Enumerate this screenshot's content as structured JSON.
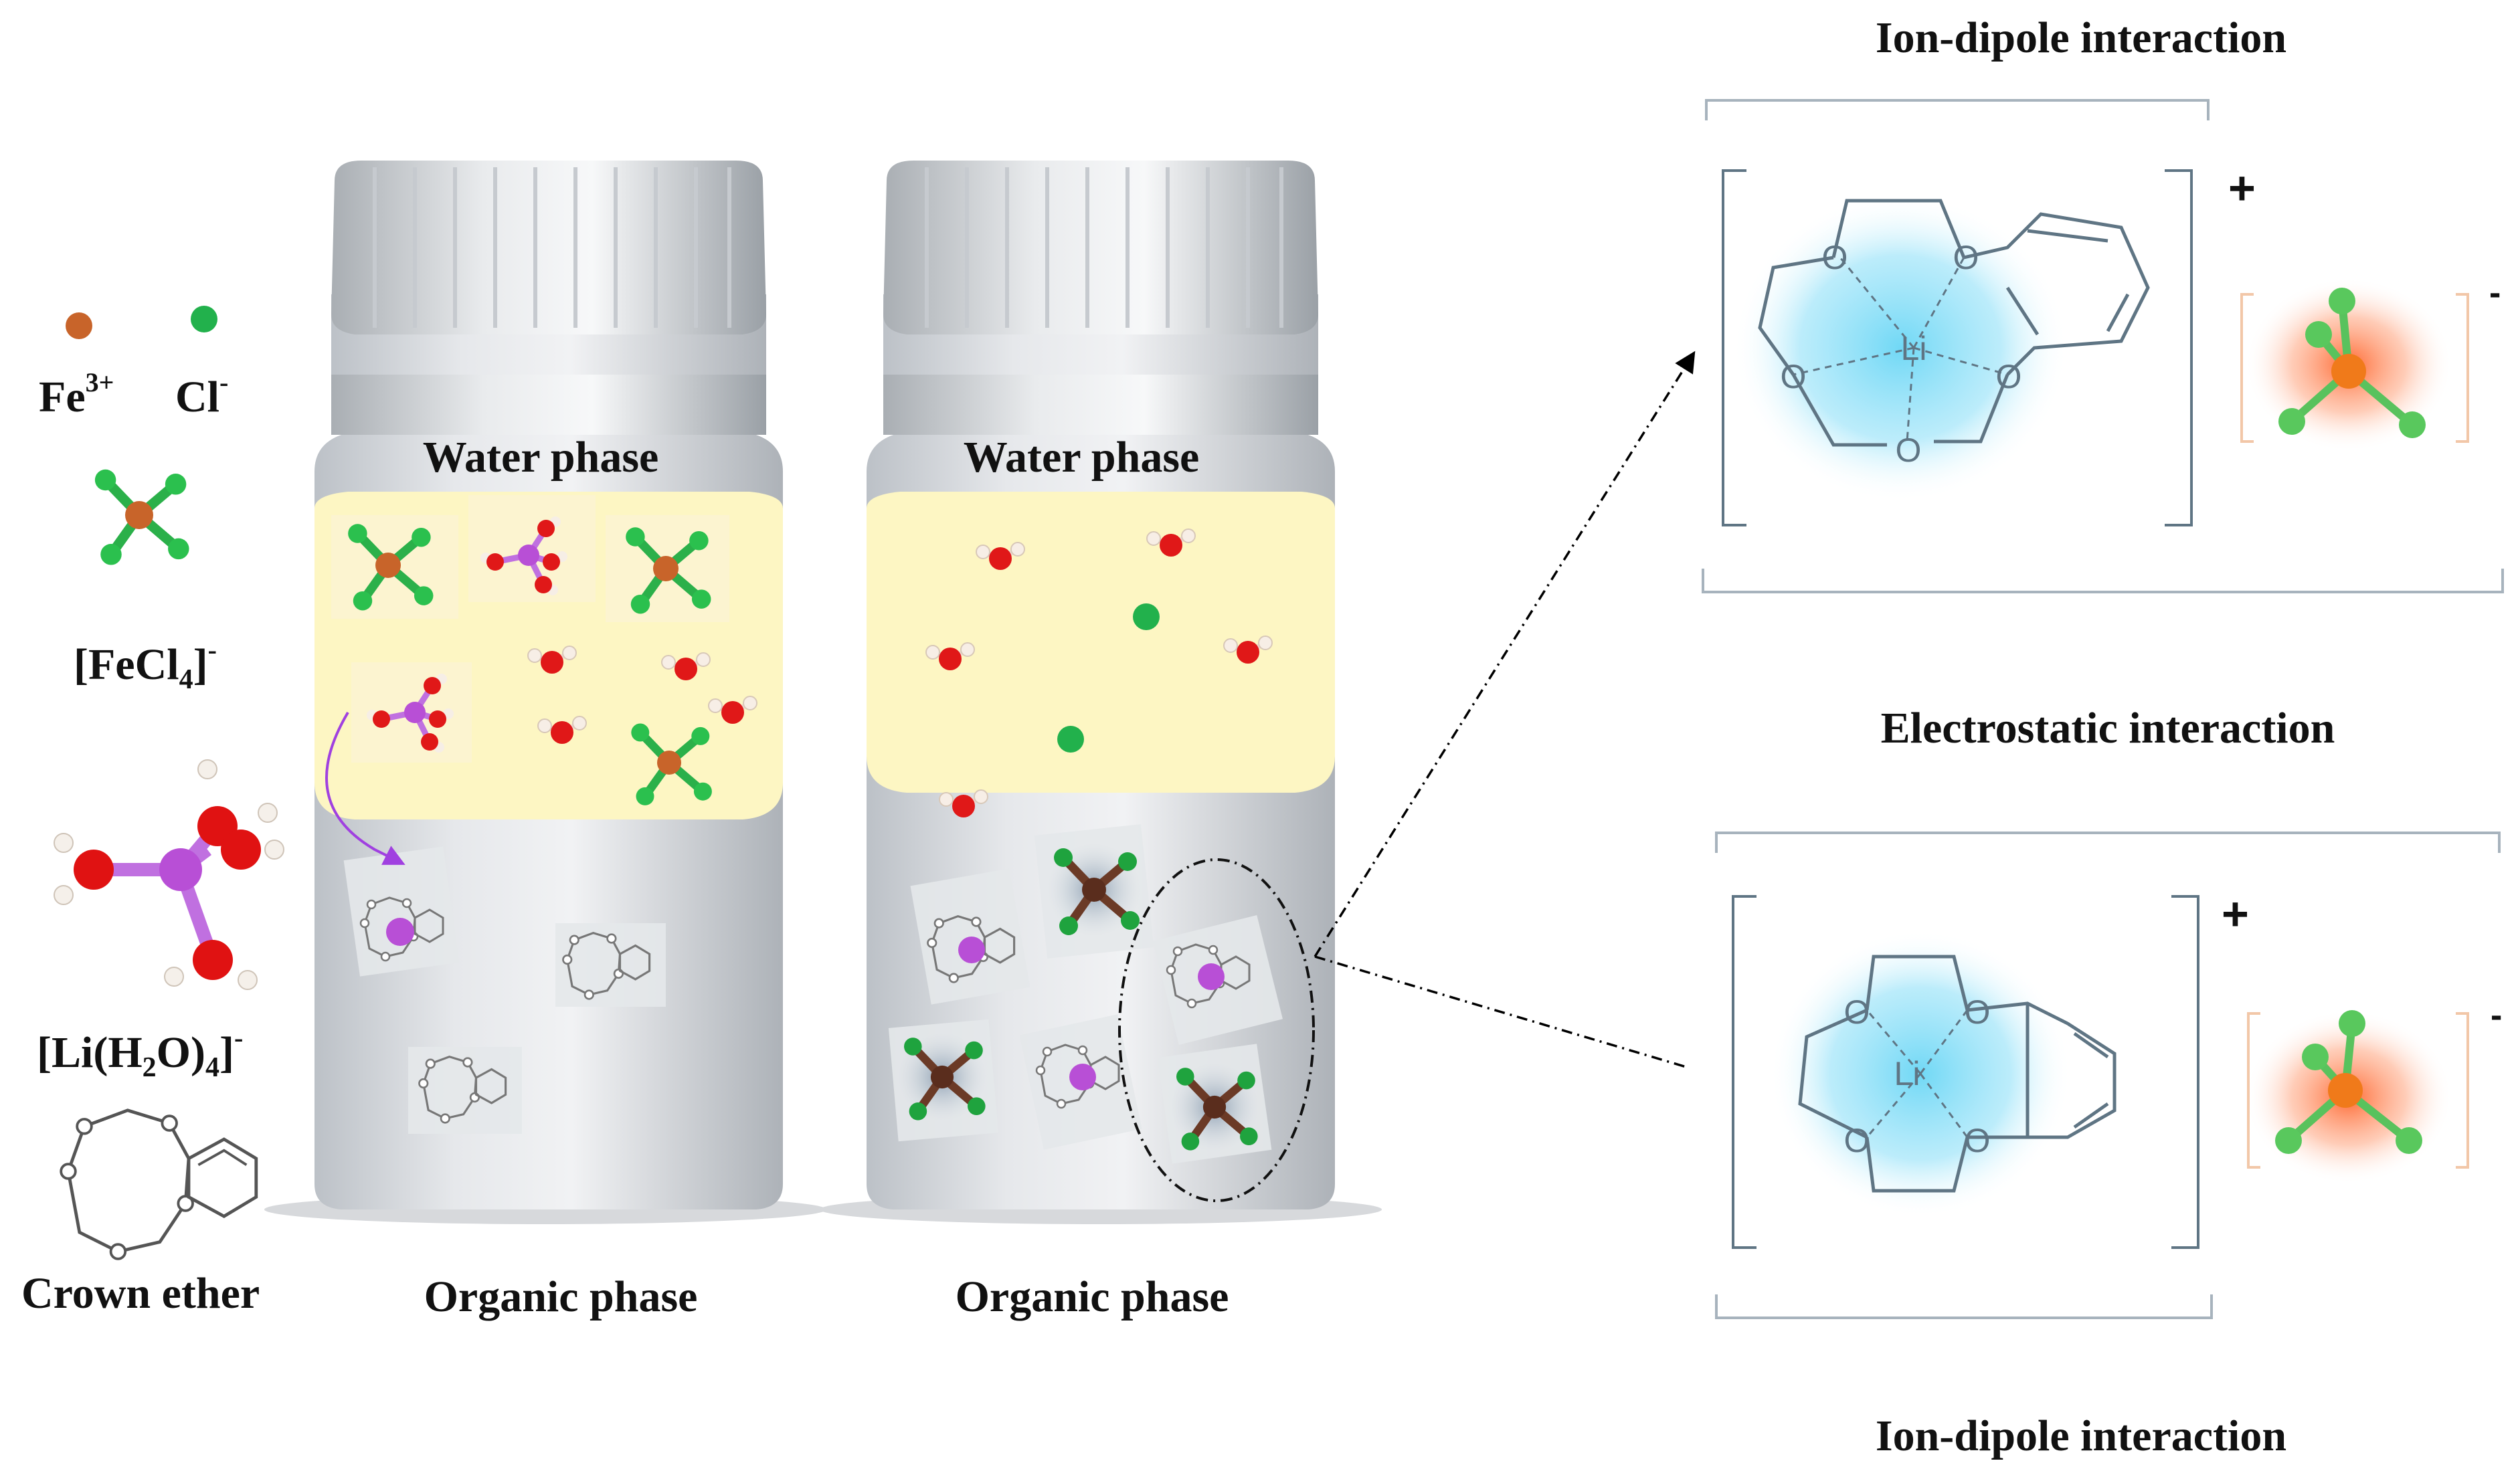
{
  "legend": {
    "fe_label": "Fe",
    "fe_charge": "3+",
    "cl_label": "Cl",
    "cl_charge": "-",
    "fecl4_main": "[FeCl",
    "fecl4_sub": "4",
    "fecl4_end": "]",
    "fecl4_charge": "-",
    "li_main": "[Li(H",
    "li_sub1": "2",
    "li_mid": "O)",
    "li_sub2": "4",
    "li_end": "]",
    "li_charge": "-",
    "crown_label": "Crown ether"
  },
  "bottles": {
    "left_water": "Water phase",
    "left_organic": "Organic phase",
    "right_water": "Water phase",
    "right_organic": "Organic phase"
  },
  "interactions": {
    "top_title": "Ion-dipole interaction",
    "middle_title": "Electrostatic interaction",
    "bottom_title": "Ion-dipole interaction",
    "li_symbol": "Li",
    "oxygen": "O",
    "plus_charge": "+",
    "minus_charge": "-"
  },
  "colors": {
    "iron": "#c8642a",
    "chlorine": "#22b14c",
    "water_layer": "#fdf6c3",
    "lithium": "#b84fd6",
    "oxygen": "#d81414",
    "glow_blue": "#69d6f5",
    "glow_orange": "#ff5a1e"
  }
}
